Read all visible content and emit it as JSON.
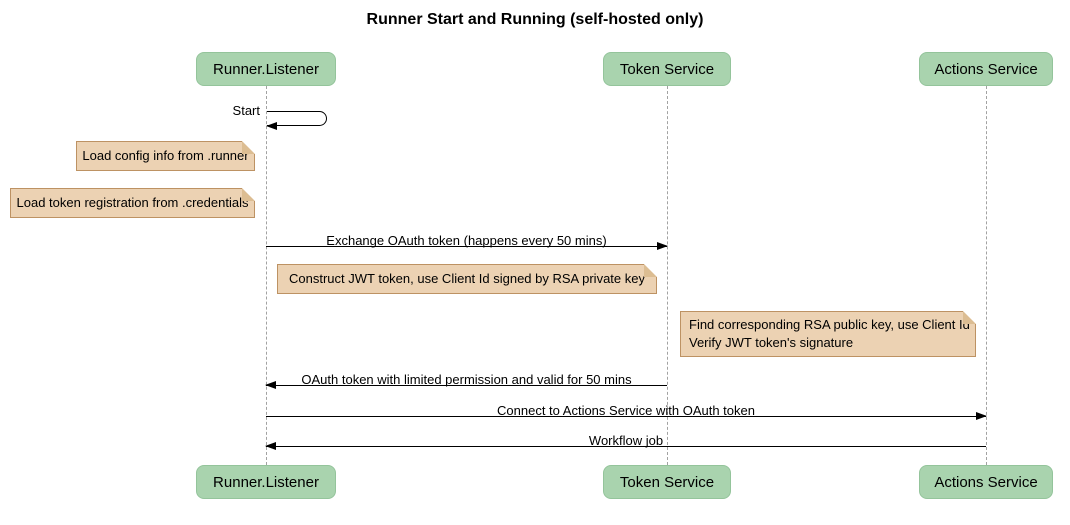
{
  "title": "Runner Start and Running (self-hosted only)",
  "participants": {
    "runner": "Runner.Listener",
    "token": "Token Service",
    "actions": "Actions Service"
  },
  "messages": {
    "start": "Start",
    "exchange": "Exchange OAuth token (happens every 50 mins)",
    "oauth_return": "OAuth token with limited permission and valid for 50 mins",
    "connect": "Connect to Actions Service with OAuth token",
    "workflow": "Workflow job"
  },
  "notes": {
    "config": "Load config info from .runner",
    "credentials": "Load token registration from .credentials",
    "construct_jwt": "Construct JWT token, use Client Id signed by RSA private key",
    "verify_line1": "Find corresponding RSA public key, use Client Id",
    "verify_line2": "Verify JWT token's signature"
  },
  "colors": {
    "actor_fill": "#a9d3ae",
    "actor_border": "#94c49b",
    "note_fill": "#ecd2b3",
    "note_border": "#bd9263",
    "lifeline": "#a2a2a2",
    "message_line": "#000000",
    "background": "#ffffff"
  }
}
